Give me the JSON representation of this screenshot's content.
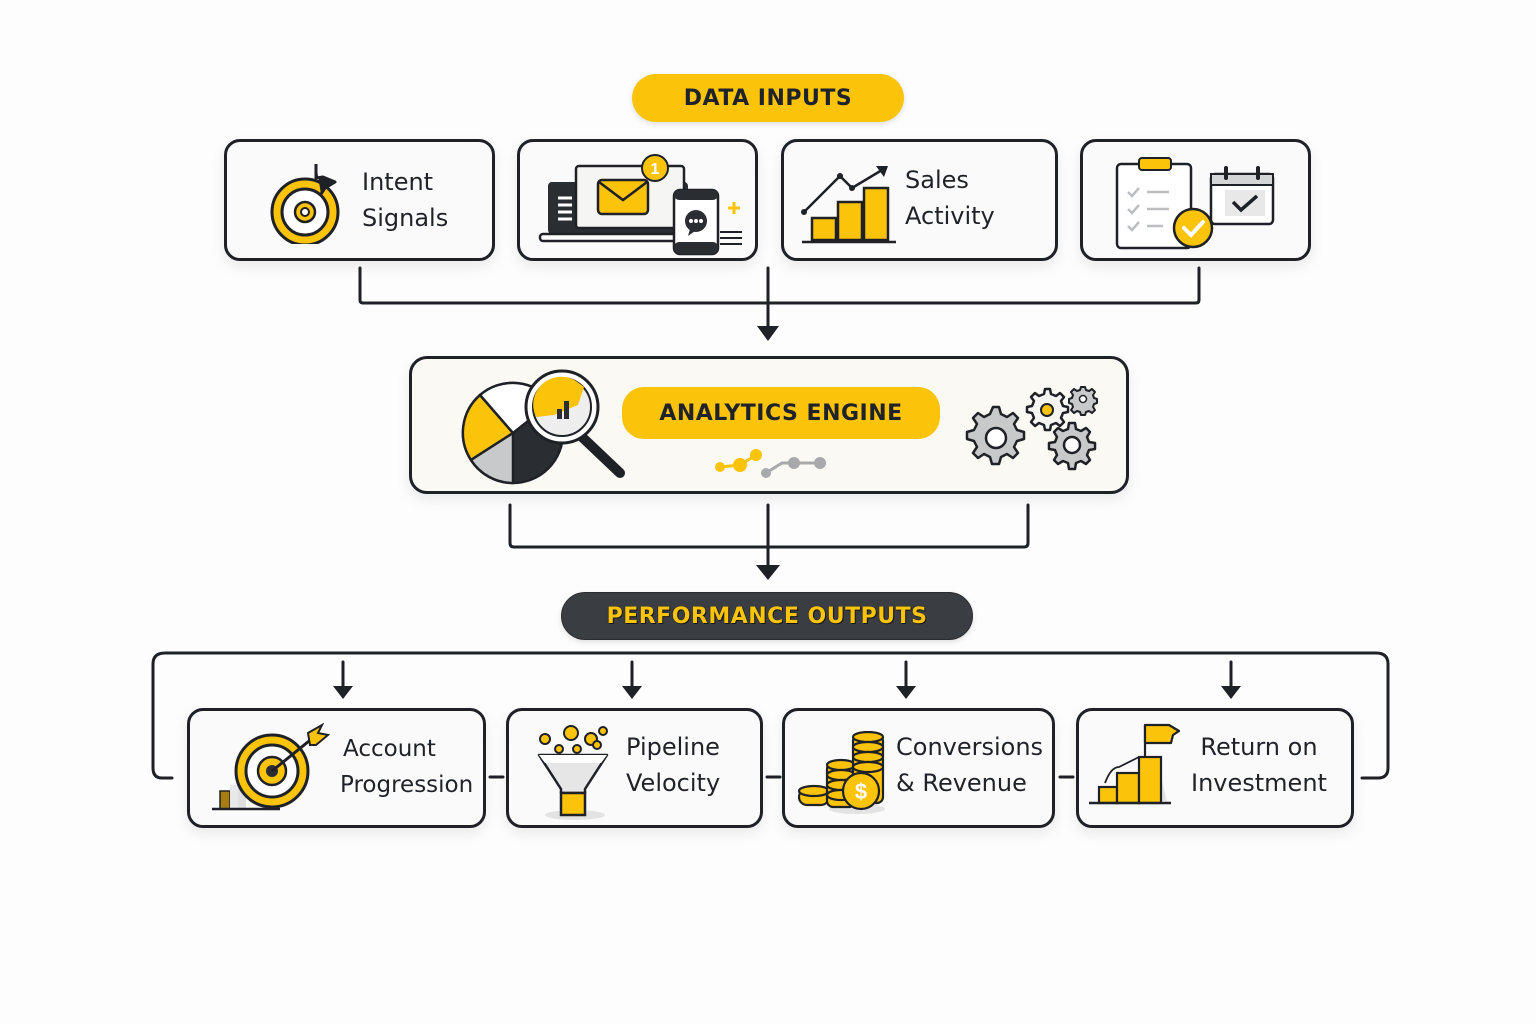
{
  "diagram": {
    "sections": {
      "inputs_title": "DATA INPUTS",
      "engine_title": "ANALYTICS ENGINE",
      "outputs_title": "PERFORMANCE OUTPUTS"
    },
    "inputs": [
      {
        "id": "intent-signals",
        "icon": "target-dial-icon",
        "label_line1": "Intent",
        "label_line2": "Signals"
      },
      {
        "id": "multichannel",
        "icon": "devices-email-chat-icon",
        "badge": "1"
      },
      {
        "id": "sales-activity",
        "icon": "bar-chart-trend-icon",
        "label_line1": "Sales",
        "label_line2": "Activity"
      },
      {
        "id": "tasks-calendar",
        "icon": "checklist-calendar-icon"
      }
    ],
    "engine": {
      "icons": [
        "pie-magnifier-icon",
        "data-path-icon",
        "gears-icon"
      ]
    },
    "outputs": [
      {
        "id": "account-progression",
        "icon": "target-arrow-icon",
        "label_line1": "Account",
        "label_line2": "Progression"
      },
      {
        "id": "pipeline-velocity",
        "icon": "funnel-icon",
        "label_line1": "Pipeline",
        "label_line2": "Velocity"
      },
      {
        "id": "conversions-revenue",
        "icon": "coin-stack-icon",
        "label_line1": "Conversions",
        "label_line2": "& Revenue",
        "coin_symbol": "$"
      },
      {
        "id": "return-on-investment",
        "icon": "flag-steps-icon",
        "label_line1": "Return on",
        "label_line2": "Investment"
      }
    ],
    "colors": {
      "accent": "#fbc30a",
      "ink": "#1e2126",
      "dark_pill": "#3a3d42",
      "gray": "#c8c9cb",
      "background": "#fdfdfd"
    }
  }
}
